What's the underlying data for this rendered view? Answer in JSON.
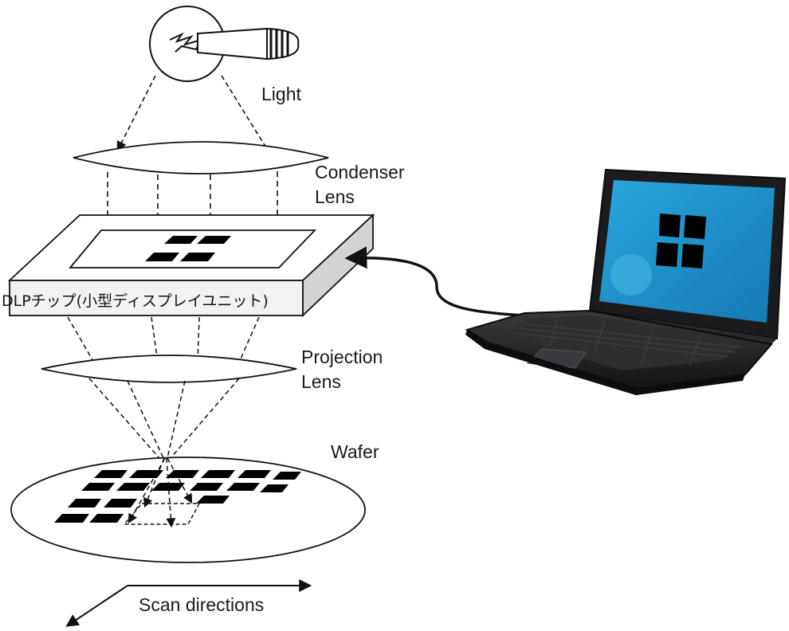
{
  "labels": {
    "light": "Light",
    "condenser_line1": "Condenser",
    "condenser_line2": "Lens",
    "dlp_chip": "DLPチップ(小型ディスプレイユニット)",
    "projection_line1": "Projection",
    "projection_line2": "Lens",
    "wafer": "Wafer",
    "scan": "Scan directions"
  },
  "colors": {
    "line": "#111111",
    "screen": "#1e90c8",
    "screen_light": "#3fb0e2",
    "laptop_body": "#1c1c1e",
    "chip_side": "#d4d4d4"
  },
  "icons": {
    "light": "light-bulb-icon",
    "computer": "laptop-icon"
  }
}
